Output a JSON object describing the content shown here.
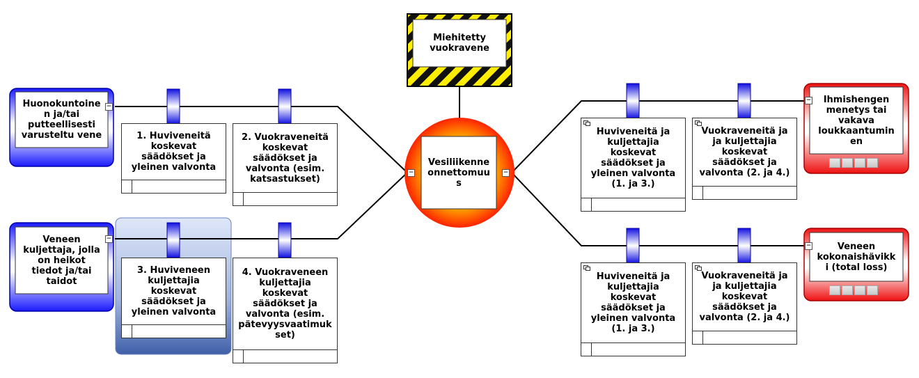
{
  "hazard": {
    "label": "Miehitetty\nvuokravene"
  },
  "top_event": {
    "label": "Vesiliikenne\nonnettomuu\ns"
  },
  "threats": [
    {
      "label": "Huonokuntoine\nn ja/tai\nputteellisesti\nvarusteltu vene"
    },
    {
      "label": "Veneen\nkuljettaja, jolla\non heikot\ntiedot ja/tai\ntaidot"
    }
  ],
  "preventive_barriers": [
    {
      "label": "1. Huviveneitä\nkoskevat\nsäädökset ja\nyleinen valvonta"
    },
    {
      "label": "2. Vuokraveneitä\nkoskevat\nsäädökset ja\nvalvonta (esim.\nkatsastukset)"
    },
    {
      "label": "3. Huviveneen\nkuljettajia\nkoskevat\nsäädökset ja\nyleinen valvonta"
    },
    {
      "label": "4. Vuokraveneen\nkuljettajia\nkoskevat\nsäädökset ja\nvalvonta (esim.\npätevyysvaatimuk\nset)"
    }
  ],
  "recovery_barriers": [
    {
      "label": "Huviveneitä ja\nkuljettajia\nkoskevat\nsäädökset ja\nyleinen valvonta\n(1. ja 3.)"
    },
    {
      "label": "Vuokraveneitä ja\nja kuljettajia\nkoskevat\nsäädökset ja\nvalvonta (2. ja 4.)"
    },
    {
      "label": "Huviveneitä ja\nkuljettajia\nkoskevat\nsäädökset ja\nyleinen valvonta\n(1. ja 3.)"
    },
    {
      "label": "Vuokraveneitä ja\nja kuljettajia\nkoskevat\nsäädökset ja\nvalvonta (2. ja 4.)"
    }
  ],
  "consequences": [
    {
      "label": "Ihmishengen\nmenetys tai\nvakava\nloukkaantumin\nen"
    },
    {
      "label": "Veneen\nkokonaishävikk\ni (total loss)"
    }
  ],
  "colors": {
    "threat": "#1a1aff",
    "consequence": "#ee1111",
    "barrier_tab": "#1010e0",
    "hazard_stripe": "#ffee00",
    "top_event_outer": "#ff2200",
    "top_event_inner": "#ffcc00",
    "selection": "#a8bde8"
  }
}
